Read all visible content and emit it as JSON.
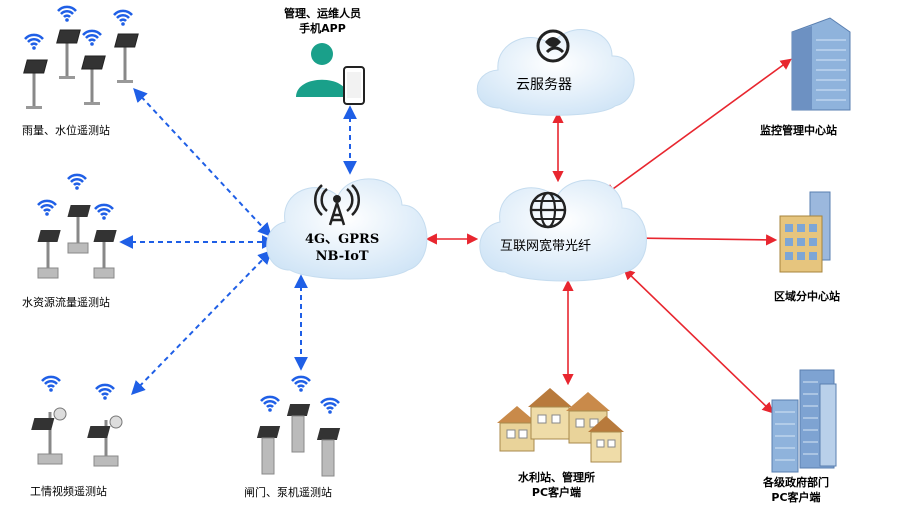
{
  "nodes": {
    "rain_station": "雨量、水位遥测站",
    "water_flow_station": "水资源流量遥测站",
    "video_station": "工情视频遥测站",
    "gate_station": "闸门、泵机遥测站",
    "mobile_app": "管理、运维人员\n手机APP",
    "cloud_server": "云服务器",
    "network_cloud": "4G、GPRS\nNB-IoT",
    "internet_cloud": "互联网宽带光纤",
    "monitor_center": "监控管理中心站",
    "regional_center": "区域分中心站",
    "water_office_pc": "水利站、管理所\nPC客户端",
    "gov_pc": "各级政府部门\nPC客户端"
  },
  "colors": {
    "blue_link": "#1f5fe6",
    "red_link": "#e8262f",
    "cloud_fill": "#dcecf8",
    "person_green": "#1aa08a"
  }
}
